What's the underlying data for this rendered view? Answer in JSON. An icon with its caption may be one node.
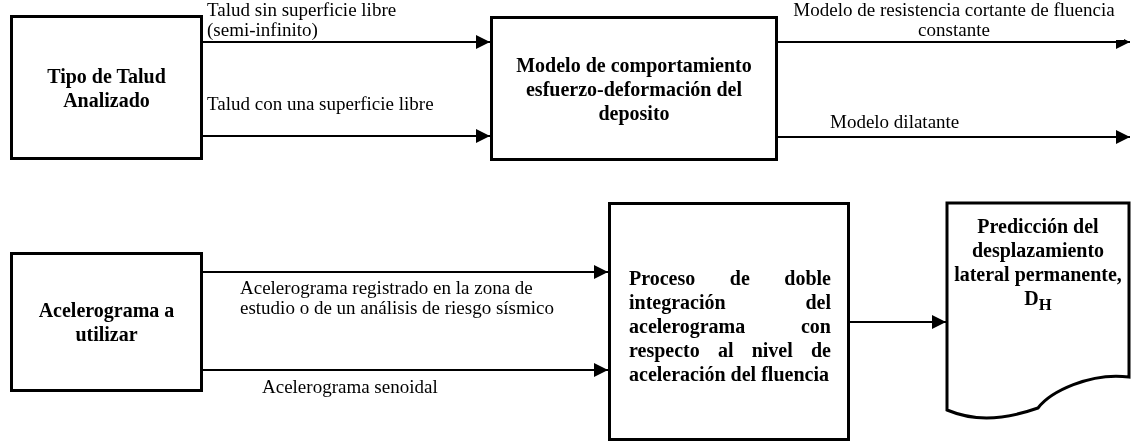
{
  "diagram": {
    "nodes": [
      {
        "text": [
          "Tipo de Talud Analizado"
        ]
      },
      {
        "text": [
          "Modelo de comportamiento esfuerzo-deformación del deposito"
        ]
      },
      {
        "text": [
          "Acelerograma a utilizar"
        ]
      },
      {
        "text": [
          "Proceso de doble integración del acelerograma con respecto al nivel de aceleración del fluencia"
        ]
      },
      {
        "text": [
          "Predicción del desplazamiento lateral permanente, D$_{H}$"
        ]
      }
    ],
    "edges": [
      {
        "from": 0,
        "to": 1,
        "arrow": "to",
        "label": "Talud sin superficie libre (semi-infinito)"
      },
      {
        "from": 0,
        "to": 1,
        "arrow": "to",
        "label": "Talud con una superficie libre"
      },
      {
        "from": 1,
        "to": null,
        "arrow": "to",
        "label": "Modelo de resistencia cortante de fluencia constante"
      },
      {
        "from": 1,
        "to": null,
        "arrow": "to",
        "label": "Modelo dilatante"
      },
      {
        "from": 2,
        "to": 3,
        "arrow": "to",
        "label": "Acelerograma registrado en la zona de estudio o de un análisis de riesgo sísmico"
      },
      {
        "from": 2,
        "to": 3,
        "arrow": "to",
        "label": "Acelerograma senoidal"
      },
      {
        "from": 3,
        "to": 4,
        "arrow": "to"
      }
    ]
  }
}
